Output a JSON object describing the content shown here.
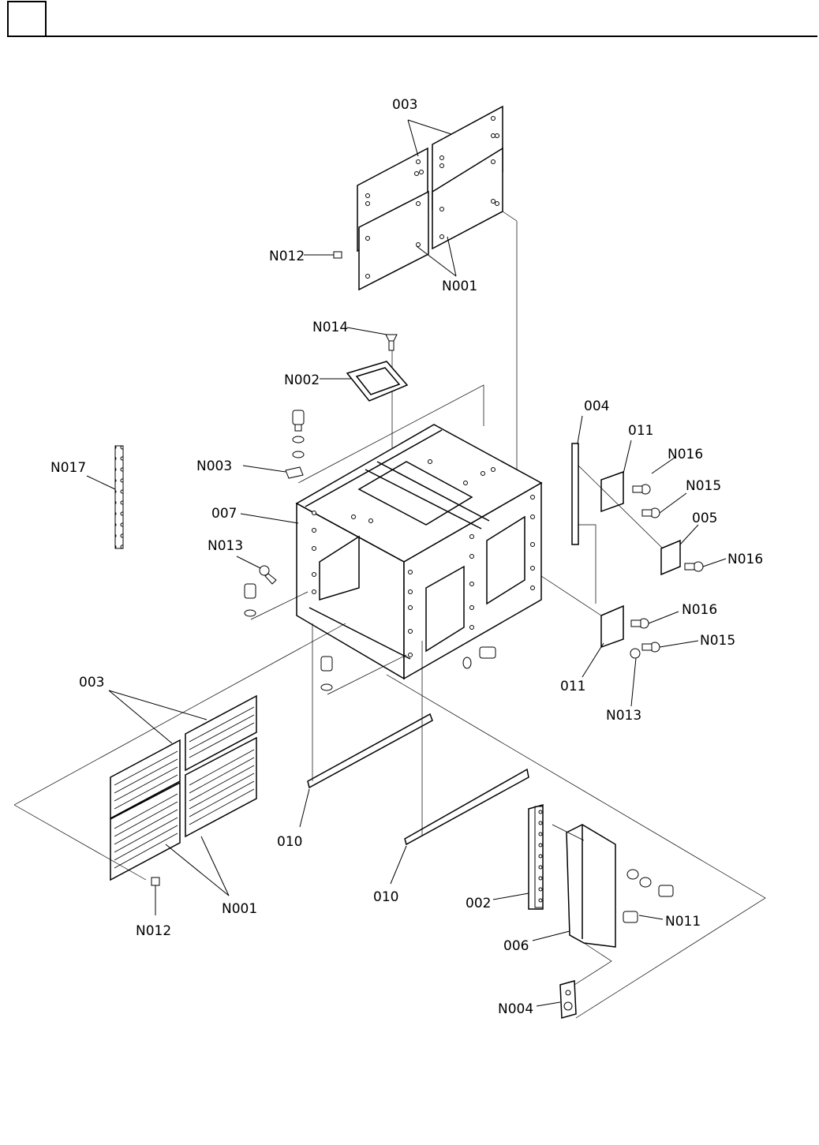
{
  "header": {
    "box_text": "",
    "title": ""
  },
  "callouts": {
    "p003_top": "003",
    "n012_top": "N012",
    "n001_top": "N001",
    "n014": "N014",
    "n002": "N002",
    "n003": "N003",
    "n017": "N017",
    "p007": "007",
    "n013_left": "N013",
    "p004": "004",
    "p011_top": "011",
    "n016_a": "N016",
    "n015_a": "N015",
    "p005": "005",
    "n016_b": "N016",
    "n016_c": "N016",
    "n015_b": "N015",
    "p011_bottom": "011",
    "n013_right": "N013",
    "p003_bottom": "003",
    "p010_left": "010",
    "p010_right": "010",
    "p002": "002",
    "n011": "N011",
    "p006": "006",
    "n001_bottom": "N001",
    "n012_bottom": "N012",
    "n004": "N004"
  }
}
